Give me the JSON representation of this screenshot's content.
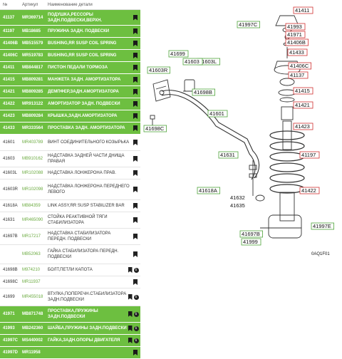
{
  "header": {
    "num": "№",
    "article": "Артикул",
    "name": "Наименование детали"
  },
  "rows": [
    {
      "num": "41137",
      "art": "MR369714",
      "name": "ПОДУШКА,РЕССОРЫ ЗАДН.ПОДВЕСКИ,ВЕРХН.",
      "style": "green",
      "h": 22
    },
    {
      "num": "41197",
      "art": "MB18685",
      "name": "ПРУЖИНА ЗАДН. ПОДВЕСКИ",
      "style": "green",
      "h": 17
    },
    {
      "num": "41406B",
      "art": "MB515579",
      "name": "BUSHING,RR SUSP COIL SPRING",
      "style": "green",
      "h": 17
    },
    {
      "num": "41406C",
      "art": "MR519783",
      "name": "BUSHING,RR SUSP COIL SPRING",
      "style": "green",
      "h": 17
    },
    {
      "num": "41411",
      "art": "MB844817",
      "name": "ПИСТОН ПЕДАЛИ ТОРМОЗА",
      "style": "green",
      "h": 17
    },
    {
      "num": "41415",
      "art": "MB809281",
      "name": "МАНЖЕТА ЗАДН. АМОРТИЗАТОРА",
      "style": "green",
      "h": 17
    },
    {
      "num": "41421",
      "art": "MB809285",
      "name": "ДЕМПФЕР,ЗАДН.АМОРТИЗАТОРА",
      "style": "green",
      "h": 17
    },
    {
      "num": "41422",
      "art": "MR913122",
      "name": "АМОРТИЗАТОР ЗАДН. ПОДВЕСКИ",
      "style": "green",
      "h": 17
    },
    {
      "num": "41423",
      "art": "MB809284",
      "name": "КРЫШКА,ЗАДН.АМОРТИЗАТОРА",
      "style": "green",
      "h": 17
    },
    {
      "num": "41433",
      "art": "MR333564",
      "name": "ПРОСТАВКА ЗАДН. АМОРТИЗАТОРА",
      "style": "green",
      "h": 17
    },
    {
      "num": "41601",
      "art": "MR403789",
      "name": "ВИНТ СОЕДИНИТЕЛЬНОГО КОЗЫРЬКА",
      "style": "white",
      "h": 23
    },
    {
      "num": "41603",
      "art": "MB910162",
      "name": "НАДСТАВКА ЗАДНЕЙ ЧАСТИ ДНИЩА ПРАВАЯ",
      "style": "white",
      "h": 23
    },
    {
      "num": "41603L",
      "art": "MR102088",
      "name": "НАДСТАВКА ЛОНЖЕРОНА ПРАВ.",
      "style": "white",
      "h": 17
    },
    {
      "num": "41603R",
      "art": "MR102098",
      "name": "НАДСТАВКА ЛОНЖЕРОНА ПЕРЕДНЕГО ЛЕВОГО",
      "style": "white",
      "h": 29
    },
    {
      "num": "41618A",
      "art": "MB84359",
      "name": "LINK ASSY,RR SUSP STABILIZER BAR",
      "style": "white",
      "h": 17
    },
    {
      "num": "41631",
      "art": "MR465090",
      "name": "СТОЙКА РЕАКТИВНОЙ ТЯГИ СТАБИЛИЗАТОРА",
      "style": "white",
      "h": 23
    },
    {
      "num": "41697B",
      "art": "MR17217",
      "name": "НАДСТАВКА СТАБИЛИЗАТОРА ПЕРЕДН. ПОДВЕСКИ",
      "style": "white",
      "h": 23
    },
    {
      "num": "",
      "art": "MB52063",
      "name": "ГАЙКА СТАБИЛИЗАТОРА ПЕРЕДН. ПОДВЕСКИ",
      "style": "white",
      "h": 27
    },
    {
      "num": "41698B",
      "art": "M974210",
      "name": "БОЛТ,ПЕТЛИ КАПОТА",
      "style": "white",
      "h": 17,
      "info": true
    },
    {
      "num": "41698C",
      "art": "MR11937",
      "name": "",
      "style": "white",
      "h": 17
    },
    {
      "num": "41699",
      "art": "MR455018",
      "name": "ВТУЛКА,ПОПЕРЕЧН.СТАБИЛИЗАТОРА ЗАДН.ПОДВЕСКИ",
      "style": "white",
      "h": 25,
      "info": true
    },
    {
      "num": "41971",
      "art": "MB871748",
      "name": "ПРОСТАВКА,ПРУЖИНЫ ЗАДН.ПОДВЕСКИ",
      "style": "green",
      "h": 23,
      "info": true
    },
    {
      "num": "41993",
      "art": "MB242360",
      "name": "ШАЙБА,ПРУЖИНЫ ЗАДН.ПОДВЕСКИ",
      "style": "green",
      "h": 17,
      "info": true
    },
    {
      "num": "41997C",
      "art": "MS440002",
      "name": "ГАЙКА,ЗАДН.ОПОРЫ ДВИГАТЕЛЯ",
      "style": "green",
      "h": 17,
      "info": true
    },
    {
      "num": "41997D",
      "art": "MR11958",
      "name": "",
      "style": "green",
      "h": 17
    }
  ],
  "diagram": {
    "code": "0AQ1F01",
    "labels_green": [
      "41699",
      "41603L",
      "41603R",
      "41603",
      "41698B",
      "41601",
      "41631",
      "41618A",
      "41697B",
      "41999",
      "41997C",
      "41698C",
      "41997E",
      "41993",
      "41971",
      "41406B",
      "41433",
      "41406C",
      "41137",
      "41415",
      "41421",
      "41423",
      "41197",
      "41422",
      "41411"
    ],
    "labels_plain": [
      "41632",
      "41635"
    ]
  }
}
